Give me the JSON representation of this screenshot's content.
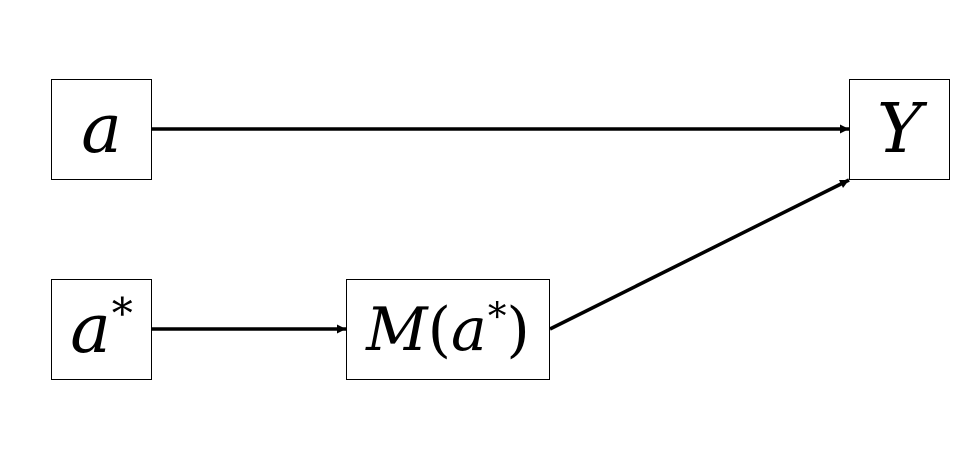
{
  "diagram": {
    "nodes": {
      "a": {
        "base": "a",
        "sup": ""
      },
      "a_star": {
        "base": "a",
        "sup": "*"
      },
      "m": {
        "func": "M",
        "open": "(",
        "arg": "a",
        "sup": "*",
        "close": ")"
      },
      "y": {
        "base": "Y",
        "sup": ""
      }
    },
    "edges": [
      {
        "from": "a",
        "to": "Y"
      },
      {
        "from": "a*",
        "to": "M(a*)"
      },
      {
        "from": "M(a*)",
        "to": "Y"
      }
    ],
    "colors": {
      "stroke": "#000000",
      "background": "#ffffff"
    }
  }
}
